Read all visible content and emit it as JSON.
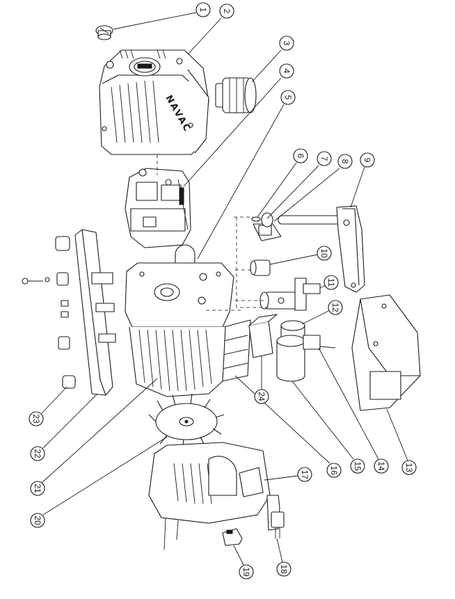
{
  "diagram": {
    "brand_marking": "NAVAC",
    "callouts": [
      {
        "id": "1",
        "label": "1"
      },
      {
        "id": "2",
        "label": "2"
      },
      {
        "id": "3",
        "label": "3"
      },
      {
        "id": "4",
        "label": "4"
      },
      {
        "id": "5",
        "label": "5"
      },
      {
        "id": "6",
        "label": "6"
      },
      {
        "id": "7",
        "label": "7"
      },
      {
        "id": "8",
        "label": "8"
      },
      {
        "id": "9",
        "label": "9"
      },
      {
        "id": "10",
        "label": "10"
      },
      {
        "id": "11",
        "label": "11"
      },
      {
        "id": "12",
        "label": "12"
      },
      {
        "id": "13",
        "label": "13"
      },
      {
        "id": "14",
        "label": "14"
      },
      {
        "id": "15",
        "label": "15"
      },
      {
        "id": "16",
        "label": "16"
      },
      {
        "id": "17",
        "label": "17"
      },
      {
        "id": "18",
        "label": "18"
      },
      {
        "id": "19",
        "label": "19"
      },
      {
        "id": "20",
        "label": "20"
      },
      {
        "id": "21",
        "label": "21"
      },
      {
        "id": "22",
        "label": "22"
      },
      {
        "id": "23",
        "label": "23"
      },
      {
        "id": "24",
        "label": "24"
      }
    ]
  }
}
